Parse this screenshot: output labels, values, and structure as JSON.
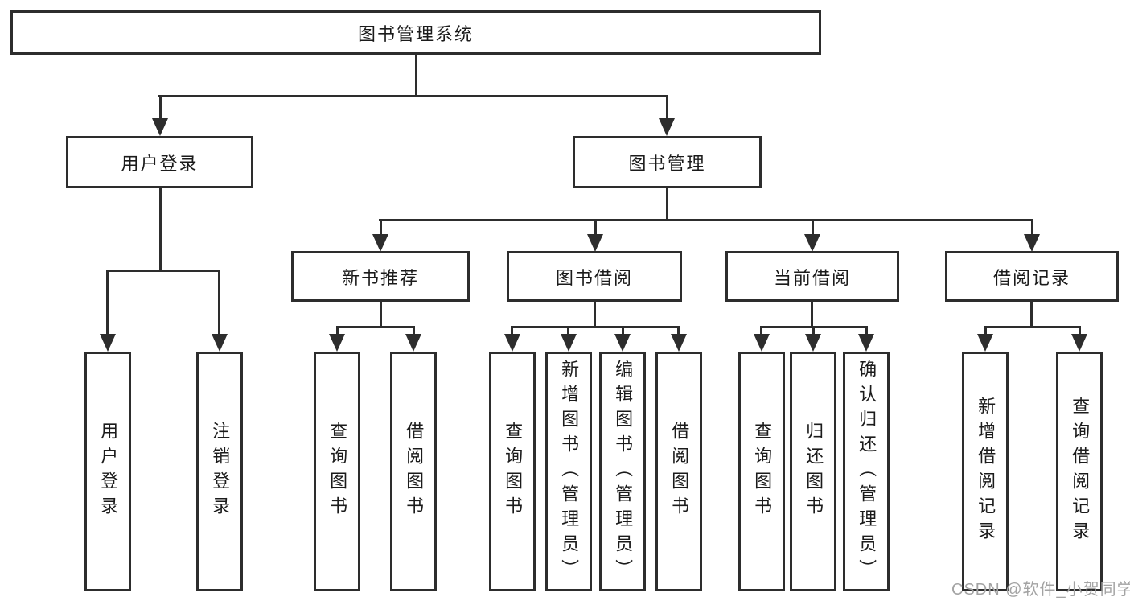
{
  "diagram": {
    "root": "图书管理系统",
    "level2": [
      "用户登录",
      "图书管理"
    ],
    "level3": [
      "新书推荐",
      "图书借阅",
      "当前借阅",
      "借阅记录"
    ],
    "leaves": {
      "user_login": [
        "用户登录",
        "注销登录"
      ],
      "new_books": [
        "查询图书",
        "借阅图书"
      ],
      "book_borrow": [
        "查询图书",
        "新增图书（管理员）",
        "编辑图书（管理员）",
        "借阅图书"
      ],
      "current_borrow": [
        "查询图书",
        "归还图书",
        "确认归还（管理员）"
      ],
      "borrow_records": [
        "新增借阅记录",
        "查询借阅记录"
      ]
    }
  },
  "watermark": "CSDN @软件_小贺同学",
  "colors": {
    "line": "#2d2d2d",
    "text": "#1b1b1b",
    "watermark": "#a3a3a3",
    "background": "#ffffff"
  }
}
